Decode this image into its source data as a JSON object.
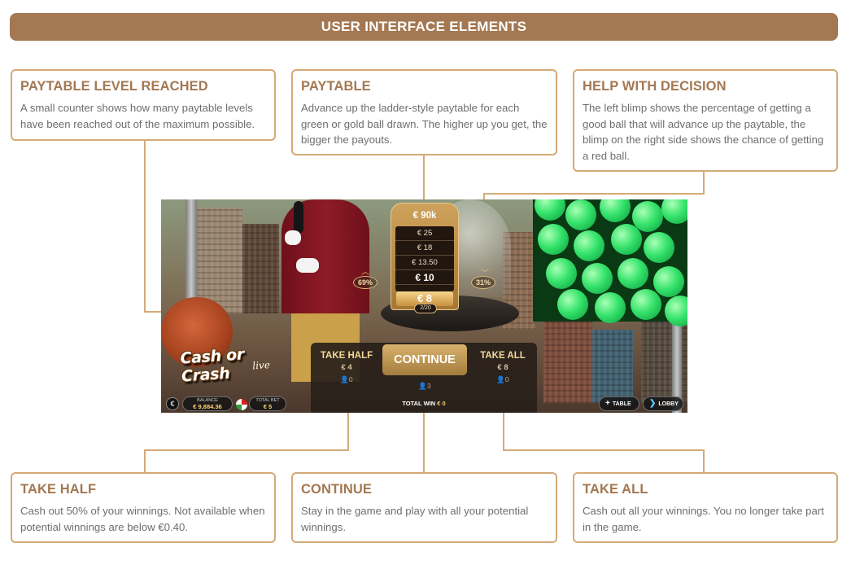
{
  "header": {
    "title": "USER INTERFACE ELEMENTS"
  },
  "callouts": {
    "level": {
      "title": "PAYTABLE LEVEL REACHED",
      "text": "A small counter shows how many paytable levels have been reached out of the maximum possible."
    },
    "paytable": {
      "title": "PAYTABLE",
      "text": "Advance up the ladder-style paytable for each green or gold ball drawn. The higher up you get, the bigger the payouts."
    },
    "help": {
      "title": "HELP WITH DECISION",
      "text": "The left blimp shows the percentage of getting a good ball that will advance up the paytable, the blimp on the right side shows the chance of getting a red ball."
    },
    "half": {
      "title": "TAKE HALF",
      "text": "Cash out 50% of your winnings. Not available when potential winnings are below €0.40."
    },
    "continue": {
      "title": "CONTINUE",
      "text": "Stay in the game and play with all your potential winnings."
    },
    "all": {
      "title": "TAKE ALL",
      "text": "Cash out all your winnings. You no longer take part in the game."
    }
  },
  "game": {
    "logo": {
      "main": "Cash or Crash",
      "sub": "live"
    },
    "paytable": {
      "top": "€ 90k",
      "rows": [
        "€ 25",
        "€ 18",
        "€ 13.50",
        "€ 10"
      ],
      "current": "€ 8",
      "level": "2/20"
    },
    "blimps": {
      "left_pct": "69%",
      "right_pct": "31%",
      "left_icon": "chevron-up-icon",
      "right_icon": "chevron-down-icon"
    },
    "actions": {
      "take_half": {
        "label": "TAKE HALF",
        "amount": "€ 4",
        "players": "0"
      },
      "continue": {
        "label": "CONTINUE",
        "players": "3"
      },
      "take_all": {
        "label": "TAKE ALL",
        "amount": "€ 8",
        "players": "0"
      }
    },
    "total_win": {
      "label": "TOTAL WIN",
      "value": "€ 0"
    },
    "balance": {
      "label": "BALANCE",
      "value": "€ 9,884.36"
    },
    "total_bet": {
      "label": "TOTAL BET",
      "value": "€ 5"
    },
    "nav": {
      "table": "TABLE",
      "lobby": "LOBBY"
    },
    "icons": {
      "currency": "euro-icon",
      "player": "person-icon",
      "table": "plus-icon",
      "lobby": "lobby-arrow-icon",
      "chip": "chip-icon"
    },
    "colors": {
      "accent": "#a37852",
      "border": "#d4aa77",
      "gold": "#d7b26c",
      "green_balls": "#35e36b"
    }
  }
}
